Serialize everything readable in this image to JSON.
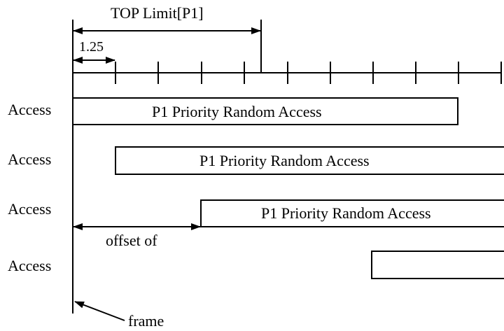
{
  "labels": {
    "top_limit": "TOP Limit[P1]",
    "unit": "1.25",
    "offset": "offset of",
    "frame": "frame"
  },
  "rows": [
    {
      "label": "Access",
      "bar_text": "P1 Priority Random Access"
    },
    {
      "label": "Access",
      "bar_text": "P1 Priority Random Access"
    },
    {
      "label": "Access",
      "bar_text": "P1 Priority Random Access"
    },
    {
      "label": "Access",
      "bar_text": ""
    }
  ],
  "colors": {
    "line": "#000000",
    "background": "#ffffff"
  }
}
